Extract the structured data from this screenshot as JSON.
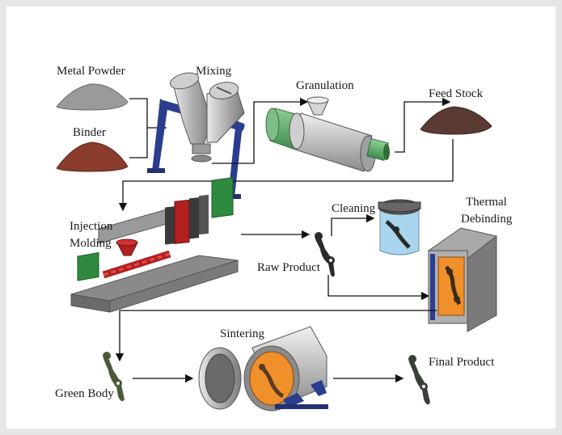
{
  "labels": {
    "metal_powder": "Metal Powder",
    "binder": "Binder",
    "mixing": "Mixing",
    "granulation": "Granulation",
    "feed_stock": "Feed Stock",
    "injection_molding_1": "Injection",
    "injection_molding_2": "Molding",
    "cleaning": "Cleaning",
    "thermal_debinding_1": "Thermal",
    "thermal_debinding_2": "Debinding",
    "raw_product": "Raw Product",
    "green_body": "Green Body",
    "sintering": "Sintering",
    "final_product": "Final Product"
  },
  "colors": {
    "metal_powder": "#9a9a9a",
    "binder": "#8a3b2b",
    "feed_stock": "#5a3a32",
    "frame_blue": "#2b3d8f",
    "granulator_green": "#5ea06a",
    "machine_green": "#2e8a3e",
    "barrel_red": "#b32020",
    "cleaning_liquid": "#a9d6ee",
    "furnace_orange": "#f0902a",
    "part_dark": "#3b3f3a"
  }
}
